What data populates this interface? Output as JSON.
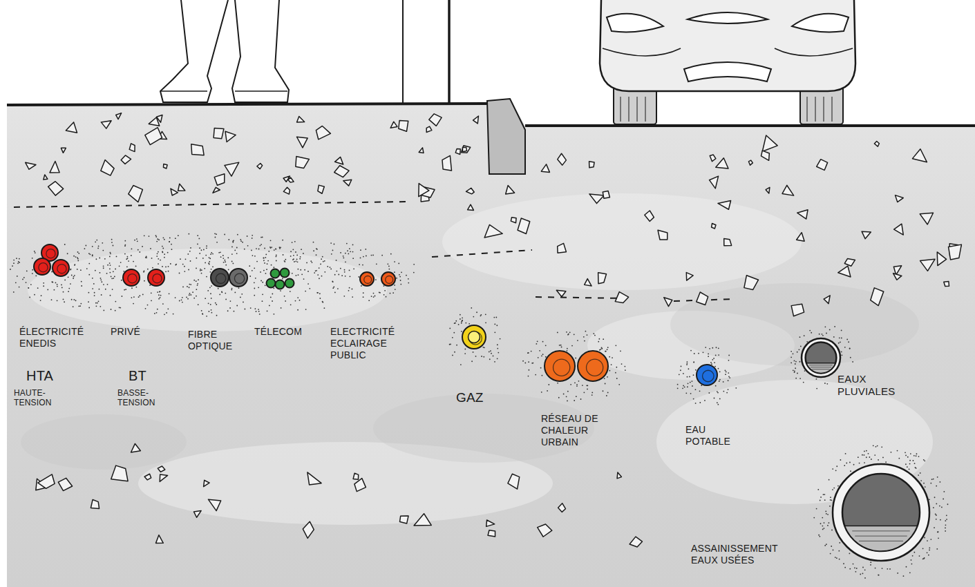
{
  "diagram": {
    "labels": [
      "ÉLECTRICITÉ ENEDIS",
      "PRIVÉ",
      "FIBRE OPTIQUE",
      "TÉLECOM",
      "ELECTRICITÉ ECLAIRAGE PUBLIC",
      "HTA",
      "HAUTE- TENSION",
      "BT",
      "BASSE- TENSION",
      "GAZ",
      "RÉSEAU DE CHALEUR URBAIN",
      "EAU POTABLE",
      "EAUX PLUVIALES",
      "ASSAINISSEMENT EAUX USÉES"
    ]
  }
}
